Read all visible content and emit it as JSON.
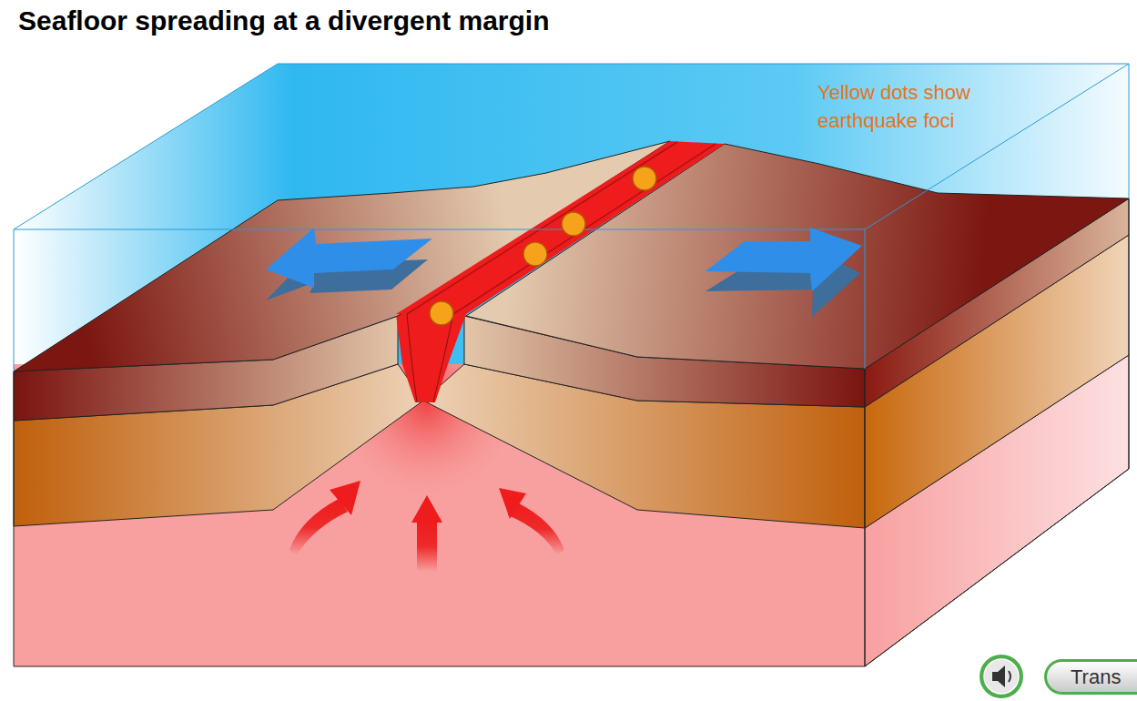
{
  "diagram": {
    "title": "Seafloor spreading at a divergent margin",
    "nodes": [
      {
        "text": [
          "Trans"
        ]
      }
    ],
    "labels": [
      "Yellow dots show earthquake foci"
    ]
  }
}
